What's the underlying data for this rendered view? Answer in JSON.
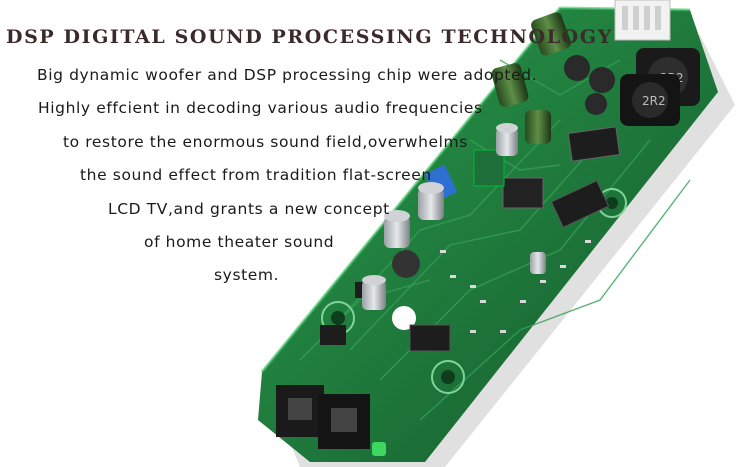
{
  "headline": "DSP DIGITAL SOUND PROCESSING TECHNOLOGY",
  "paragraph_lines": [
    "Big dynamic woofer and DSP processing chip were adopted.",
    "Highly effcient in decoding various audio frequencies",
    "to restore the enormous sound field,overwhelms",
    "the sound effect from tradition flat-screen",
    "LCD TV,and grants a new concept",
    "of home theater sound",
    "system."
  ],
  "board": {
    "image_description_icon": "circuit-board-image",
    "pcb_color": "#1f7a3c",
    "inductor_marking": "2R2"
  }
}
